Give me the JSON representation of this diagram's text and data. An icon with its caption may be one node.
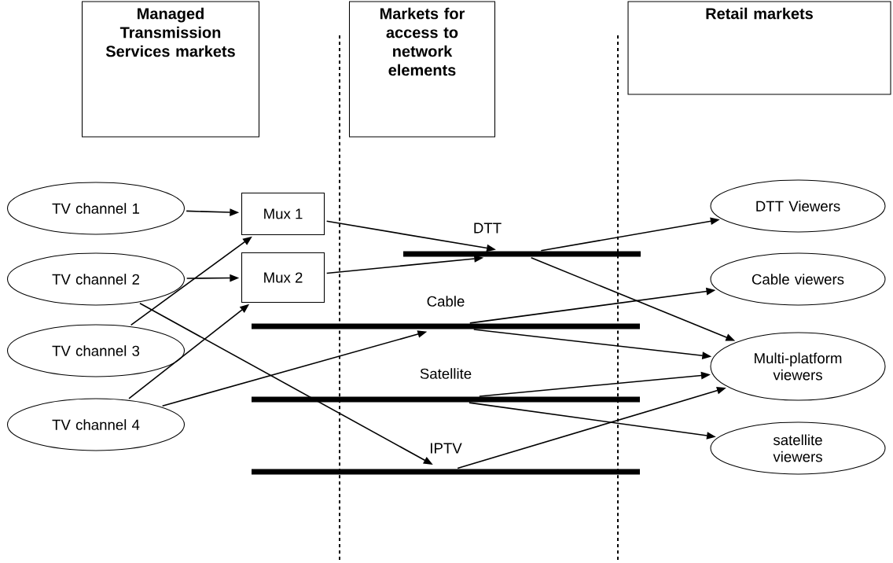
{
  "diagram": {
    "nodes": [
      {
        "text": [
          "Managed Transmission Services markets"
        ]
      },
      {
        "text": [
          "Markets for access to network elements"
        ]
      },
      {
        "text": [
          "Retail markets"
        ]
      },
      {
        "text": [
          "TV channel 1"
        ]
      },
      {
        "text": [
          "TV channel 2"
        ]
      },
      {
        "text": [
          "TV channel 3"
        ]
      },
      {
        "text": [
          "TV channel 4"
        ]
      },
      {
        "text": [
          "Mux 1"
        ]
      },
      {
        "text": [
          "Mux 2"
        ]
      },
      {
        "text": [
          "DTT"
        ]
      },
      {
        "text": [
          "Cable"
        ]
      },
      {
        "text": [
          "Satellite"
        ]
      },
      {
        "text": [
          "IPTV"
        ]
      },
      {
        "text": [
          "DTT Viewers"
        ]
      },
      {
        "text": [
          "Cable viewers"
        ]
      },
      {
        "text": [
          "Multi-platform viewers"
        ]
      },
      {
        "text": [
          "satellite viewers"
        ]
      }
    ],
    "edges": [
      {
        "from": 3,
        "to": 7,
        "arrow": "to"
      },
      {
        "from": 4,
        "to": 8,
        "arrow": "to"
      },
      {
        "from": 4,
        "to": 12,
        "arrow": "to"
      },
      {
        "from": 5,
        "to": 7,
        "arrow": "to"
      },
      {
        "from": 6,
        "to": 8,
        "arrow": "to"
      },
      {
        "from": 6,
        "to": 10,
        "arrow": "to"
      },
      {
        "from": 7,
        "to": 9,
        "arrow": "to"
      },
      {
        "from": 8,
        "to": 9,
        "arrow": "to"
      },
      {
        "from": 9,
        "to": 13,
        "arrow": "to"
      },
      {
        "from": 9,
        "to": 15,
        "arrow": "to"
      },
      {
        "from": 10,
        "to": 14,
        "arrow": "to"
      },
      {
        "from": 10,
        "to": 15,
        "arrow": "to"
      },
      {
        "from": 11,
        "to": 15,
        "arrow": "to"
      },
      {
        "from": 11,
        "to": 16,
        "arrow": "to"
      },
      {
        "from": 12,
        "to": 15,
        "arrow": "to"
      }
    ]
  }
}
